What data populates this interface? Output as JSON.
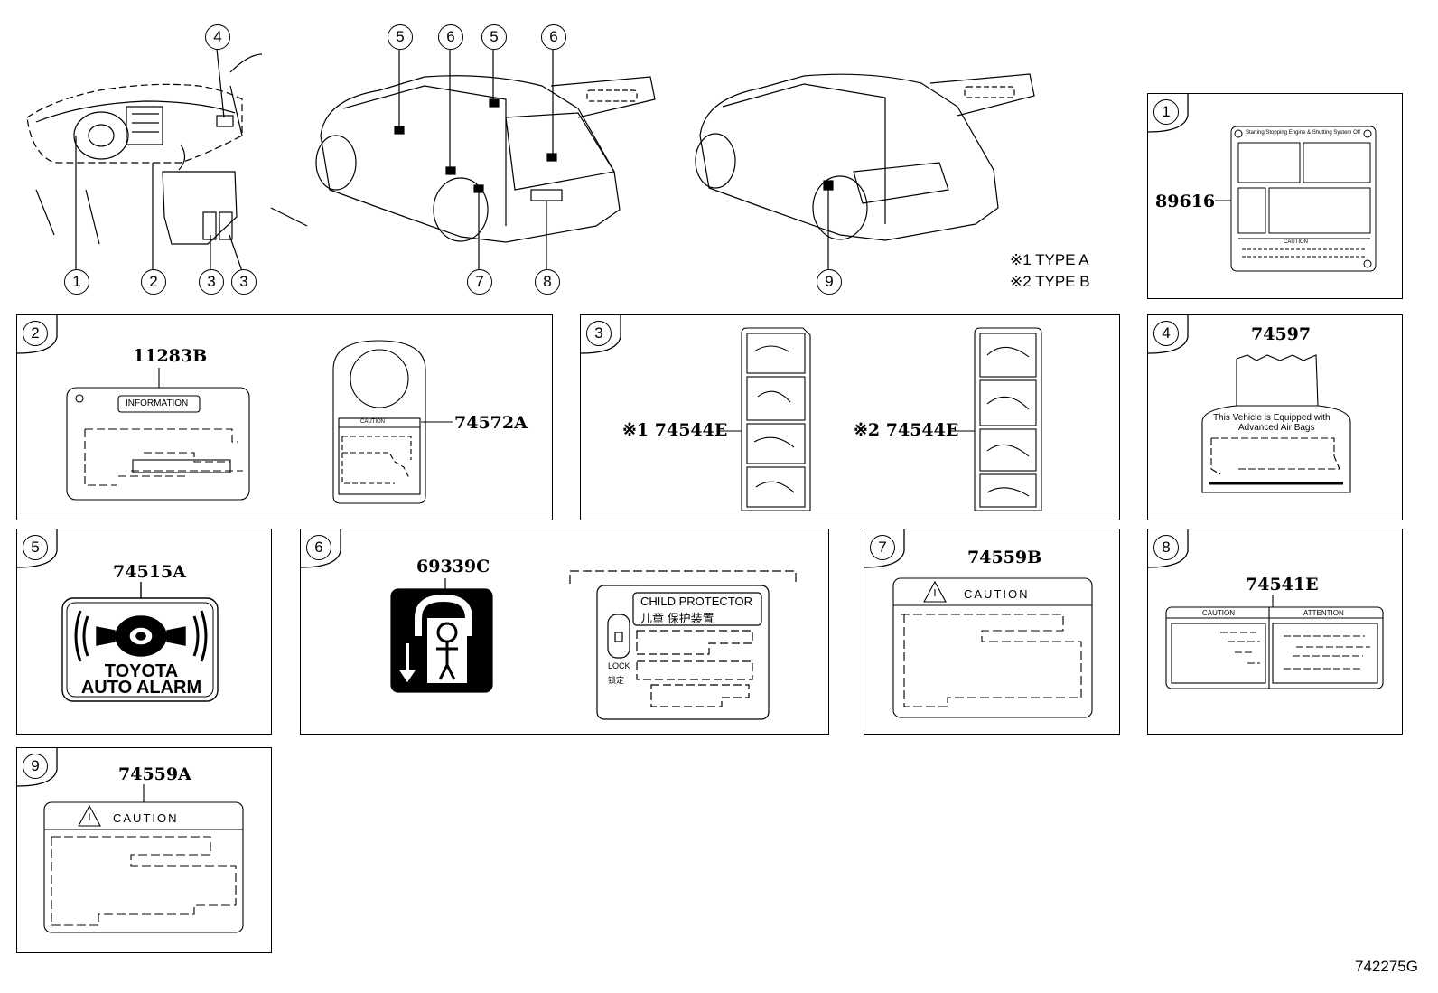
{
  "legend": {
    "type_a": "※1 TYPE A",
    "type_b": "※2 TYPE B"
  },
  "footer_code": "742275G",
  "callouts": [
    "1",
    "2",
    "3",
    "3",
    "4",
    "5",
    "6",
    "5",
    "6",
    "7",
    "8",
    "9"
  ],
  "panels": {
    "p1": {
      "num": "1",
      "part": "89616",
      "label_title": "Starting/Stopping Engine & Shutting System Off",
      "caution": "CAUTION"
    },
    "p2": {
      "num": "2",
      "part_a": "11283B",
      "info": "INFORMATION",
      "part_b": "74572A",
      "caution": "CAUTION"
    },
    "p3": {
      "num": "3",
      "part_a": "※1 74544E",
      "part_b": "※2 74544E"
    },
    "p4": {
      "num": "4",
      "part": "74597",
      "line1": "This Vehicle is Equipped with",
      "line2": "Advanced Air Bags"
    },
    "p5": {
      "num": "5",
      "part": "74515A",
      "line1": "TOYOTA",
      "line2": "AUTO ALARM"
    },
    "p6": {
      "num": "6",
      "part": "69339C",
      "cp": "CHILD  PROTECTOR",
      "cp_cn": "儿童  保护装置",
      "lock": "LOCK",
      "lock_cn": "锁定"
    },
    "p7": {
      "num": "7",
      "part": "74559B",
      "caution": "CAUTION"
    },
    "p8": {
      "num": "8",
      "part": "74541E",
      "caution": "CAUTION",
      "attention": "ATTENTION"
    },
    "p9": {
      "num": "9",
      "part": "74559A",
      "caution": "CAUTION"
    }
  }
}
